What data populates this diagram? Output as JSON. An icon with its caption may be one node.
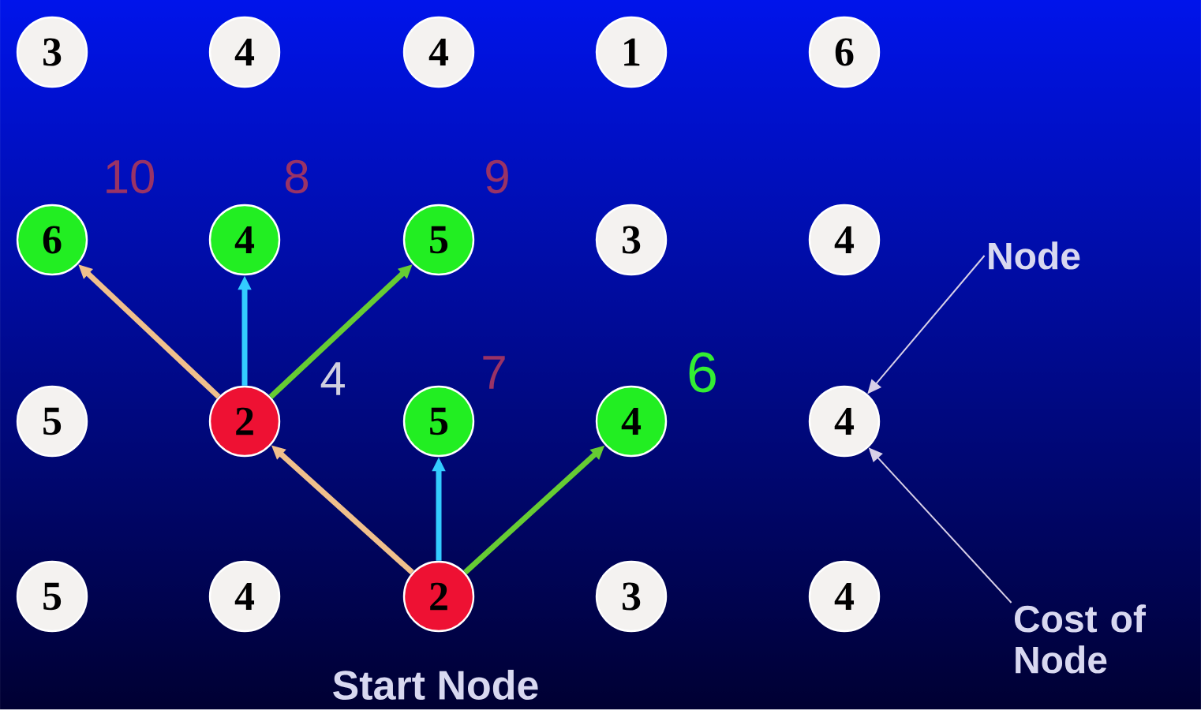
{
  "diagram": {
    "nodes": [
      {
        "text": [
          "3"
        ]
      },
      {
        "text": [
          "4"
        ]
      },
      {
        "text": [
          "4"
        ]
      },
      {
        "text": [
          "1"
        ]
      },
      {
        "text": [
          "6"
        ]
      },
      {
        "text": [
          "6"
        ],
        "beside": [
          "10"
        ]
      },
      {
        "text": [
          "4"
        ],
        "beside": [
          "8"
        ]
      },
      {
        "text": [
          "5"
        ],
        "beside": [
          "9"
        ]
      },
      {
        "text": [
          "3"
        ]
      },
      {
        "text": [
          "4"
        ]
      },
      {
        "text": [
          "Node"
        ]
      },
      {
        "text": [
          "5"
        ]
      },
      {
        "text": [
          "2"
        ],
        "beside": [
          "4"
        ]
      },
      {
        "text": [
          "5"
        ],
        "beside": [
          "7"
        ]
      },
      {
        "text": [
          "4"
        ],
        "beside": [
          "6"
        ]
      },
      {
        "text": [
          "4"
        ]
      },
      {
        "text": [
          "5"
        ]
      },
      {
        "text": [
          "4"
        ]
      },
      {
        "text": [
          "2"
        ],
        "beside": [
          "Start Node"
        ]
      },
      {
        "text": [
          "3"
        ]
      },
      {
        "text": [
          "4"
        ]
      },
      {
        "text": [
          "Cost of Node"
        ]
      }
    ],
    "edges": [
      {
        "from": 12,
        "to": 5,
        "arrow": "to",
        "color": "#f0c08c"
      },
      {
        "from": 12,
        "to": 6,
        "arrow": "to",
        "color": "#33ccff"
      },
      {
        "from": 12,
        "to": 7,
        "arrow": "to",
        "color": "#66cc33"
      },
      {
        "from": 18,
        "to": 12,
        "arrow": "to",
        "color": "#f0c08c"
      },
      {
        "from": 18,
        "to": 13,
        "arrow": "to",
        "color": "#33ccff"
      },
      {
        "from": 18,
        "to": 14,
        "arrow": "to",
        "color": "#66cc33"
      },
      {
        "from": 10,
        "to": 15,
        "arrow": "to",
        "color": "#d8d0e8"
      },
      {
        "from": 21,
        "to": 15,
        "arrow": "to",
        "color": "#d8d0e8"
      }
    ]
  }
}
